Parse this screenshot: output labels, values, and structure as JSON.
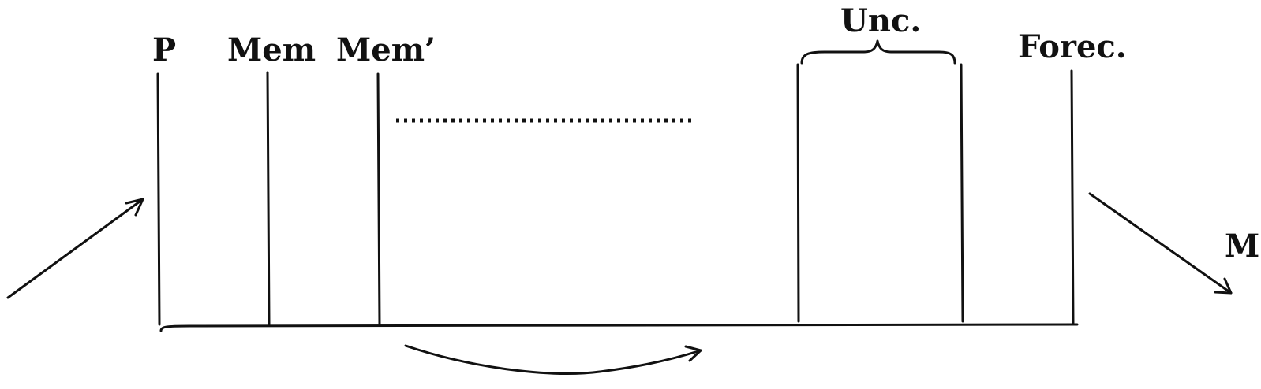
{
  "labels": {
    "p": "P",
    "mem": "Mem",
    "mem_prime": "Mem’",
    "unc": "Unc.",
    "forec": "Forec.",
    "m": "M"
  },
  "colors": {
    "ink": "#111111",
    "background": "#ffffff"
  }
}
